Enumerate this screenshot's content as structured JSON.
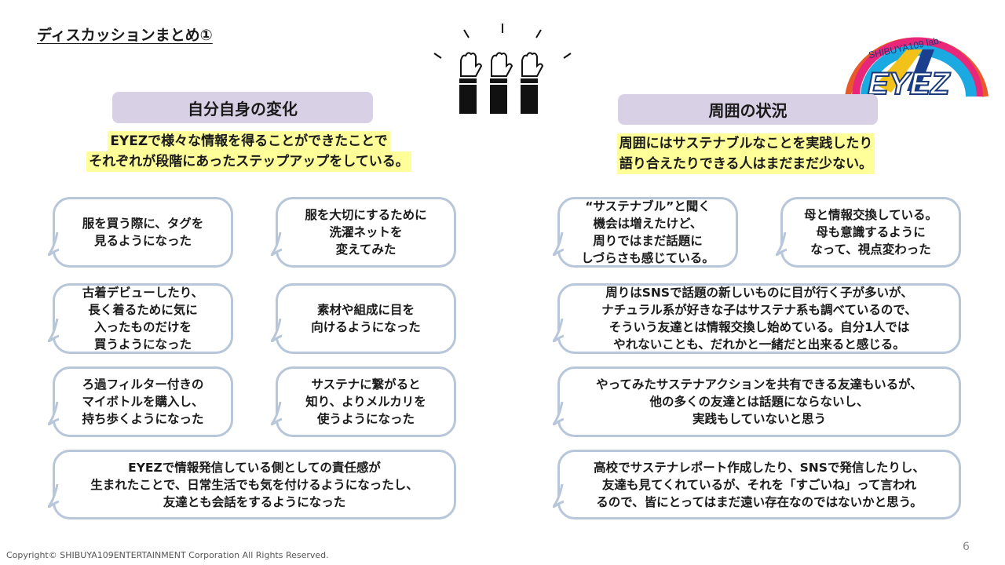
{
  "title": "ディスカッションまとめ①",
  "logo": {
    "top_text": "SHIBUYA109 lab.",
    "main_text": "EYEZ"
  },
  "left": {
    "header": "自分自身の変化",
    "highlight": [
      "EYEZで様々な情報を得ることができたことで",
      "それぞれが段階にあったステップアップをしている。"
    ],
    "bubbles": [
      "服を買う際に、タグを\n見るようになった",
      "服を大切にするために\n洗濯ネットを\n変えてみた",
      "古着デビューしたり、\n長く着るために気に\n入ったものだけを\n買うようになった",
      "素材や組成に目を\n向けるようになった",
      "ろ過フィルター付きの\nマイボトルを購入し、\n持ち歩くようになった",
      "サステナに繋がると\n知り、よりメルカリを\n使うようになった",
      "EYEZで情報発信している側としての責任感が\n生まれたことで、日常生活でも気を付けるようになったし、\n友達とも会話をするようになった"
    ]
  },
  "right": {
    "header": "周囲の状況",
    "highlight": [
      "周囲にはサステナブルなことを実践したり",
      "語り合えたりできる人はまだまだ少ない。"
    ],
    "bubbles": [
      "“サステナブル”と聞く\n機会は増えたけど、\n周りではまだ話題に\nしづらさも感じている。",
      "母と情報交換している。\n母も意識するように\nなって、視点変わった",
      "周りはSNSで話題の新しいものに目が行く子が多いが、\nナチュラル系が好きな子はサステナ系も調べているので、\nそういう友達とは情報交換し始めている。自分1人では\nやれないことも、だれかと一緒だと出来ると感じる。",
      "やってみたサステナアクションを共有できる友達もいるが、\n他の多くの友達とは話題にならないし、\n実践もしていないと思う",
      "高校でサステナレポート作成したり、SNSで発信したりし、\n友達も見てくれているが、それを「すごいね」って言われ\nるので、皆にとってはまだ遠い存在なのではないかと思う。"
    ]
  },
  "footer": {
    "copyright": "Copyright© SHIBUYA109ENTERTAINMENT Corporation All Rights Reserved.",
    "page": "6"
  }
}
